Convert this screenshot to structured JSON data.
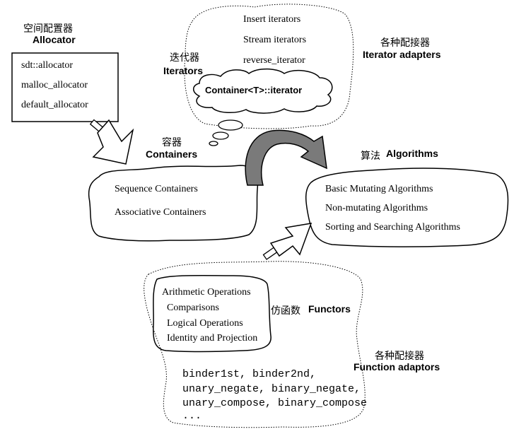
{
  "allocator": {
    "zh": "空间配置器",
    "en": "Allocator",
    "items": [
      "sdt::allocator",
      "malloc_allocator",
      "default_allocator"
    ]
  },
  "iterators": {
    "zh": "迭代器",
    "en": "Iterators",
    "items": [
      "Insert iterators",
      "Stream iterators",
      "reverse_iterator"
    ],
    "core": "Container<T>::iterator"
  },
  "iterator_adapters": {
    "zh": "各种配接器",
    "en": "Iterator adapters"
  },
  "containers": {
    "zh": "容器",
    "en": "Containers",
    "items": [
      "Sequence Containers",
      "Associative Containers"
    ]
  },
  "algorithms": {
    "zh": "算法",
    "en": "Algorithms",
    "items": [
      "Basic Mutating Algorithms",
      "Non-mutating Algorithms",
      "Sorting and Searching Algorithms"
    ]
  },
  "functors": {
    "zh": "仿函数",
    "en": "Functors",
    "items": [
      "Arithmetic Operations",
      "Comparisons",
      "Logical Operations",
      "Identity and Projection"
    ]
  },
  "function_adaptors": {
    "zh": "各种配接器",
    "en": "Function adaptors",
    "code": [
      "binder1st, binder2nd,",
      "unary_negate, binary_negate,",
      "unary_compose, binary_compose",
      "..."
    ]
  }
}
